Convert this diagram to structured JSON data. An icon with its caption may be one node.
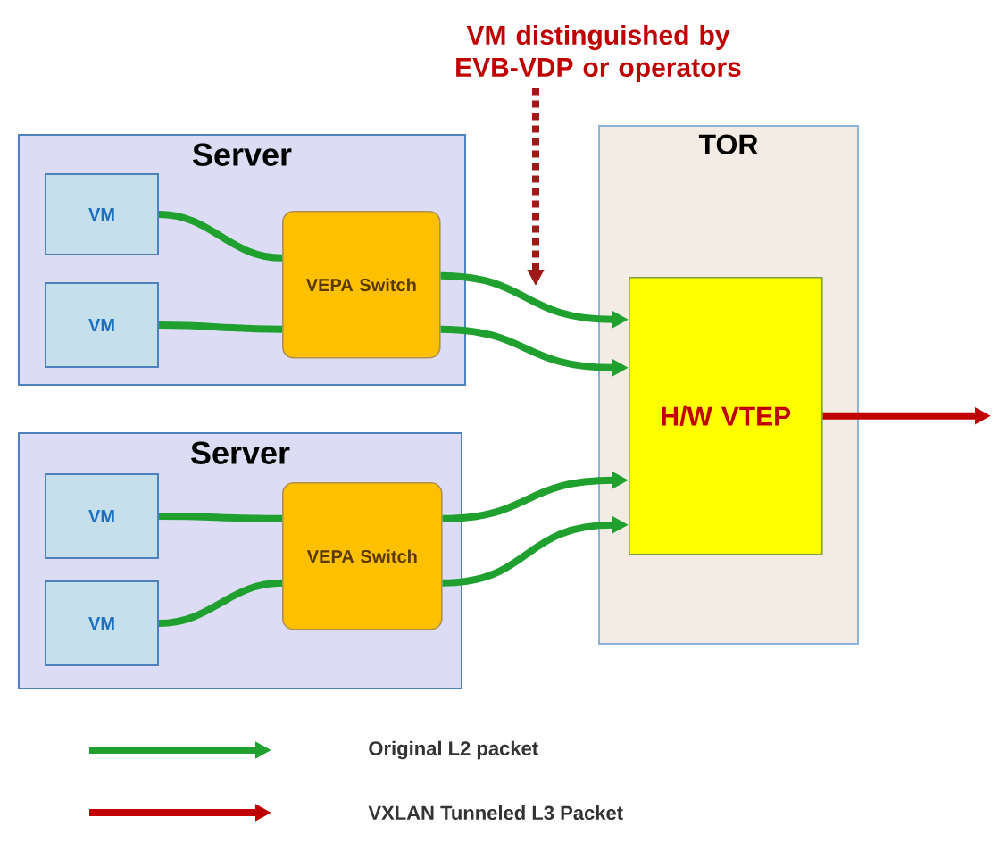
{
  "diagram": {
    "nodes": [
      {
        "text": [
          "VM distinguished by EVB-VDP or operators"
        ]
      },
      {
        "text": [
          "Server"
        ]
      },
      {
        "text": [
          "VM"
        ],
        "in": 1
      },
      {
        "text": [
          "VM"
        ],
        "in": 1
      },
      {
        "text": [
          "VEPA Switch"
        ],
        "in": 1
      },
      {
        "text": [
          "TOR"
        ]
      },
      {
        "text": [
          "H/W VTEP"
        ],
        "in": 5
      },
      {
        "text": [
          "Server"
        ]
      },
      {
        "text": [
          "VM"
        ],
        "in": 7
      },
      {
        "text": [
          "VM"
        ],
        "in": 7
      },
      {
        "text": [
          "VEPA Switch"
        ],
        "in": 7
      }
    ],
    "edges": [
      {
        "from": 2,
        "to": 4,
        "arrow": "none"
      },
      {
        "from": 3,
        "to": 4,
        "arrow": "none"
      },
      {
        "from": 4,
        "to": 6,
        "arrow": "to"
      },
      {
        "from": 4,
        "to": 6,
        "arrow": "to"
      },
      {
        "from": 8,
        "to": 10,
        "arrow": "none"
      },
      {
        "from": 9,
        "to": 10,
        "arrow": "none"
      },
      {
        "from": 10,
        "to": 6,
        "arrow": "to"
      },
      {
        "from": 10,
        "to": 6,
        "arrow": "to"
      },
      {
        "from": 6,
        "to": null,
        "arrow": "to",
        "color": "#c00000"
      },
      {
        "from": 0,
        "to": null,
        "arrow": "to",
        "style": "dashed",
        "color": "#a01818"
      }
    ],
    "legend": [
      {
        "text": "Original L2 packet"
      },
      {
        "text": "VXLAN Tunneled L3 Packet"
      }
    ]
  }
}
